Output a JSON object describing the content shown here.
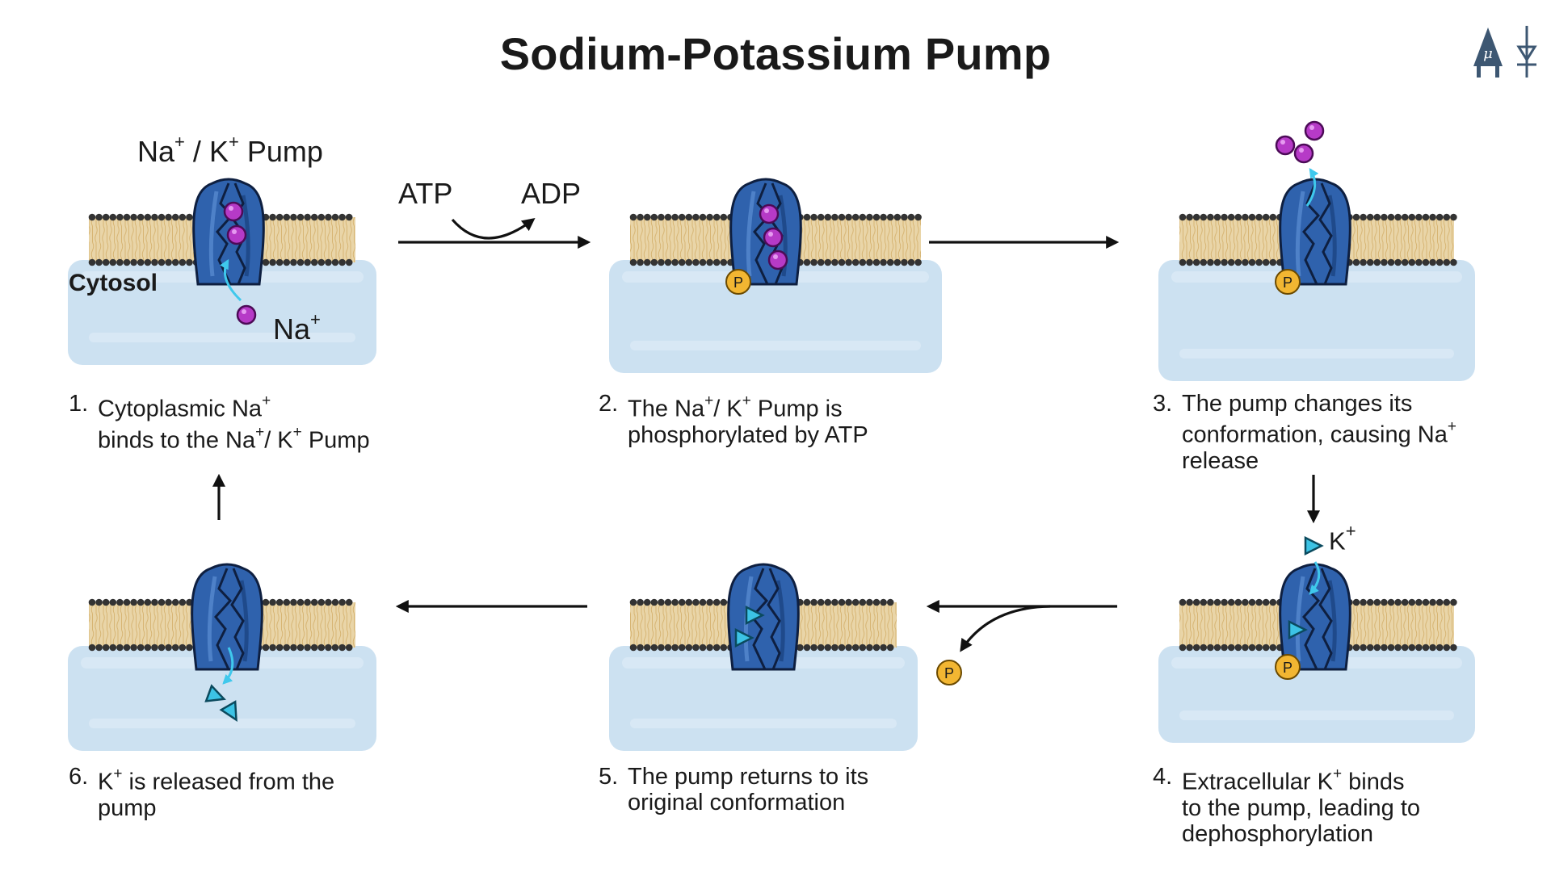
{
  "title": "Sodium-Potassium Pump",
  "labels": {
    "pump_name": "Na",
    "pump_name_sup": "+",
    "pump_k": "K",
    "pump_k_sup": "+",
    "pump_word": "Pump",
    "slash": "/",
    "atp": "ATP",
    "adp": "ADP",
    "na_ion": "Na",
    "na_ion_sup": "+",
    "k_ion": "K",
    "k_ion_sup": "+",
    "cytosol": "Cytosol",
    "phosphate": "P"
  },
  "steps": [
    {
      "num": "1.",
      "lines": [
        [
          "Cytoplasmic Na",
          "+",
          ""
        ],
        [
          "binds to the  Na",
          "+",
          "/ K",
          "+",
          " Pump"
        ]
      ]
    },
    {
      "num": "2.",
      "lines": [
        [
          "The Na",
          "+",
          "/ K",
          "+",
          " Pump is"
        ],
        [
          "phosphorylated by ATP"
        ]
      ]
    },
    {
      "num": "3.",
      "lines": [
        [
          "The pump changes its"
        ],
        [
          "conformation, causing Na",
          "+",
          ""
        ],
        [
          "release"
        ]
      ]
    },
    {
      "num": "4.",
      "lines": [
        [
          "Extracellular K",
          "+",
          "  binds"
        ],
        [
          "to the pump, leading to"
        ],
        [
          "dephosphorylation"
        ]
      ]
    },
    {
      "num": "5.",
      "lines": [
        [
          "The pump returns to its"
        ],
        [
          "original conformation"
        ]
      ]
    },
    {
      "num": "6.",
      "lines": [
        [
          "K",
          "+",
          " is released from the"
        ],
        [
          "pump"
        ]
      ]
    }
  ],
  "colors": {
    "pump": "#2f62ad",
    "pump_dark": "#163a74",
    "cytosol": "#c3dcee",
    "lipid_head": "#333333",
    "lipid_tail": "#e9d5a8",
    "sodium": "#b63ac7",
    "potassium": "#3cc3e5",
    "phosphate": "#f2b632",
    "arrow": "#111111",
    "cyan_arrow": "#3fc8ec",
    "logo": "#3d5772"
  }
}
